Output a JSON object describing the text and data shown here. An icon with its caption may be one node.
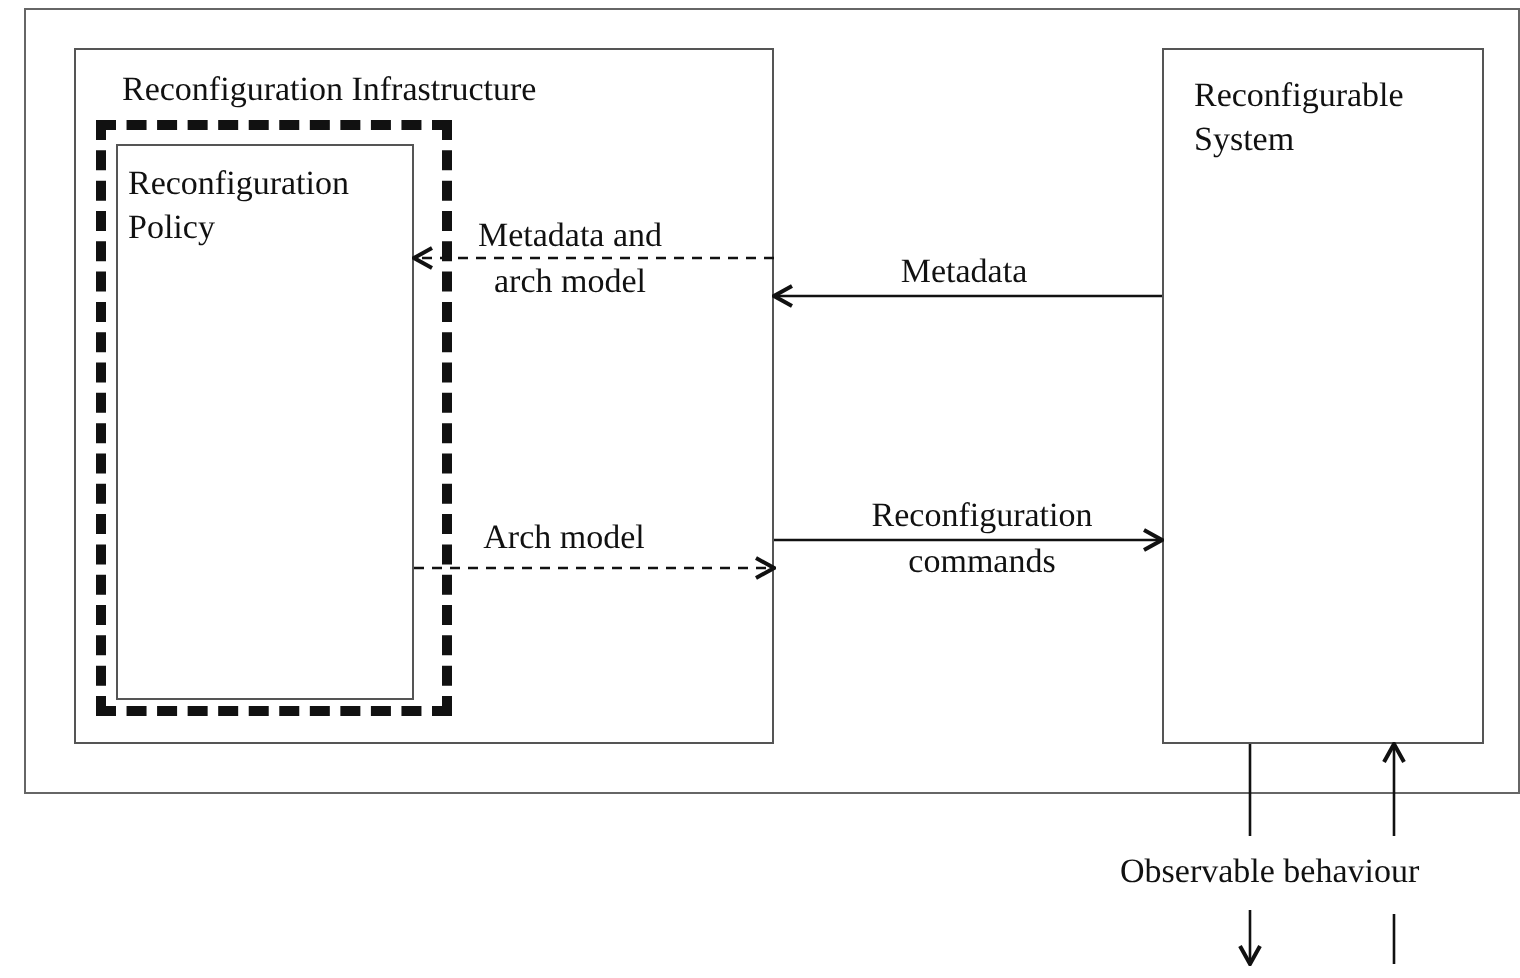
{
  "diagram": {
    "nodes": [
      {
        "text": [],
        "shape": "box"
      },
      {
        "text": [
          "Reconfiguration Infrastructure"
        ],
        "in": 0
      },
      {
        "text": [],
        "shape": "box",
        "in": 1
      },
      {
        "text": [
          "Reconfiguration Policy"
        ],
        "in": 2
      },
      {
        "text": [
          "Reconfigurable System"
        ],
        "in": 0
      }
    ],
    "edges": [
      {
        "from": 4,
        "to": 1,
        "arrow": "to",
        "label": "Metadata"
      },
      {
        "from": 1,
        "to": 3,
        "arrow": "to",
        "label": "Metadata and arch model",
        "style": "dashed"
      },
      {
        "from": 3,
        "to": 1,
        "arrow": "to",
        "label": "Arch model",
        "style": "dashed"
      },
      {
        "from": 1,
        "to": 4,
        "arrow": "to",
        "label": "Reconfiguration commands"
      },
      {
        "from": 4,
        "to": null,
        "arrow": "to"
      },
      {
        "from": null,
        "to": 4,
        "arrow": "to"
      }
    ],
    "labels": [
      "Observable behaviour"
    ]
  }
}
